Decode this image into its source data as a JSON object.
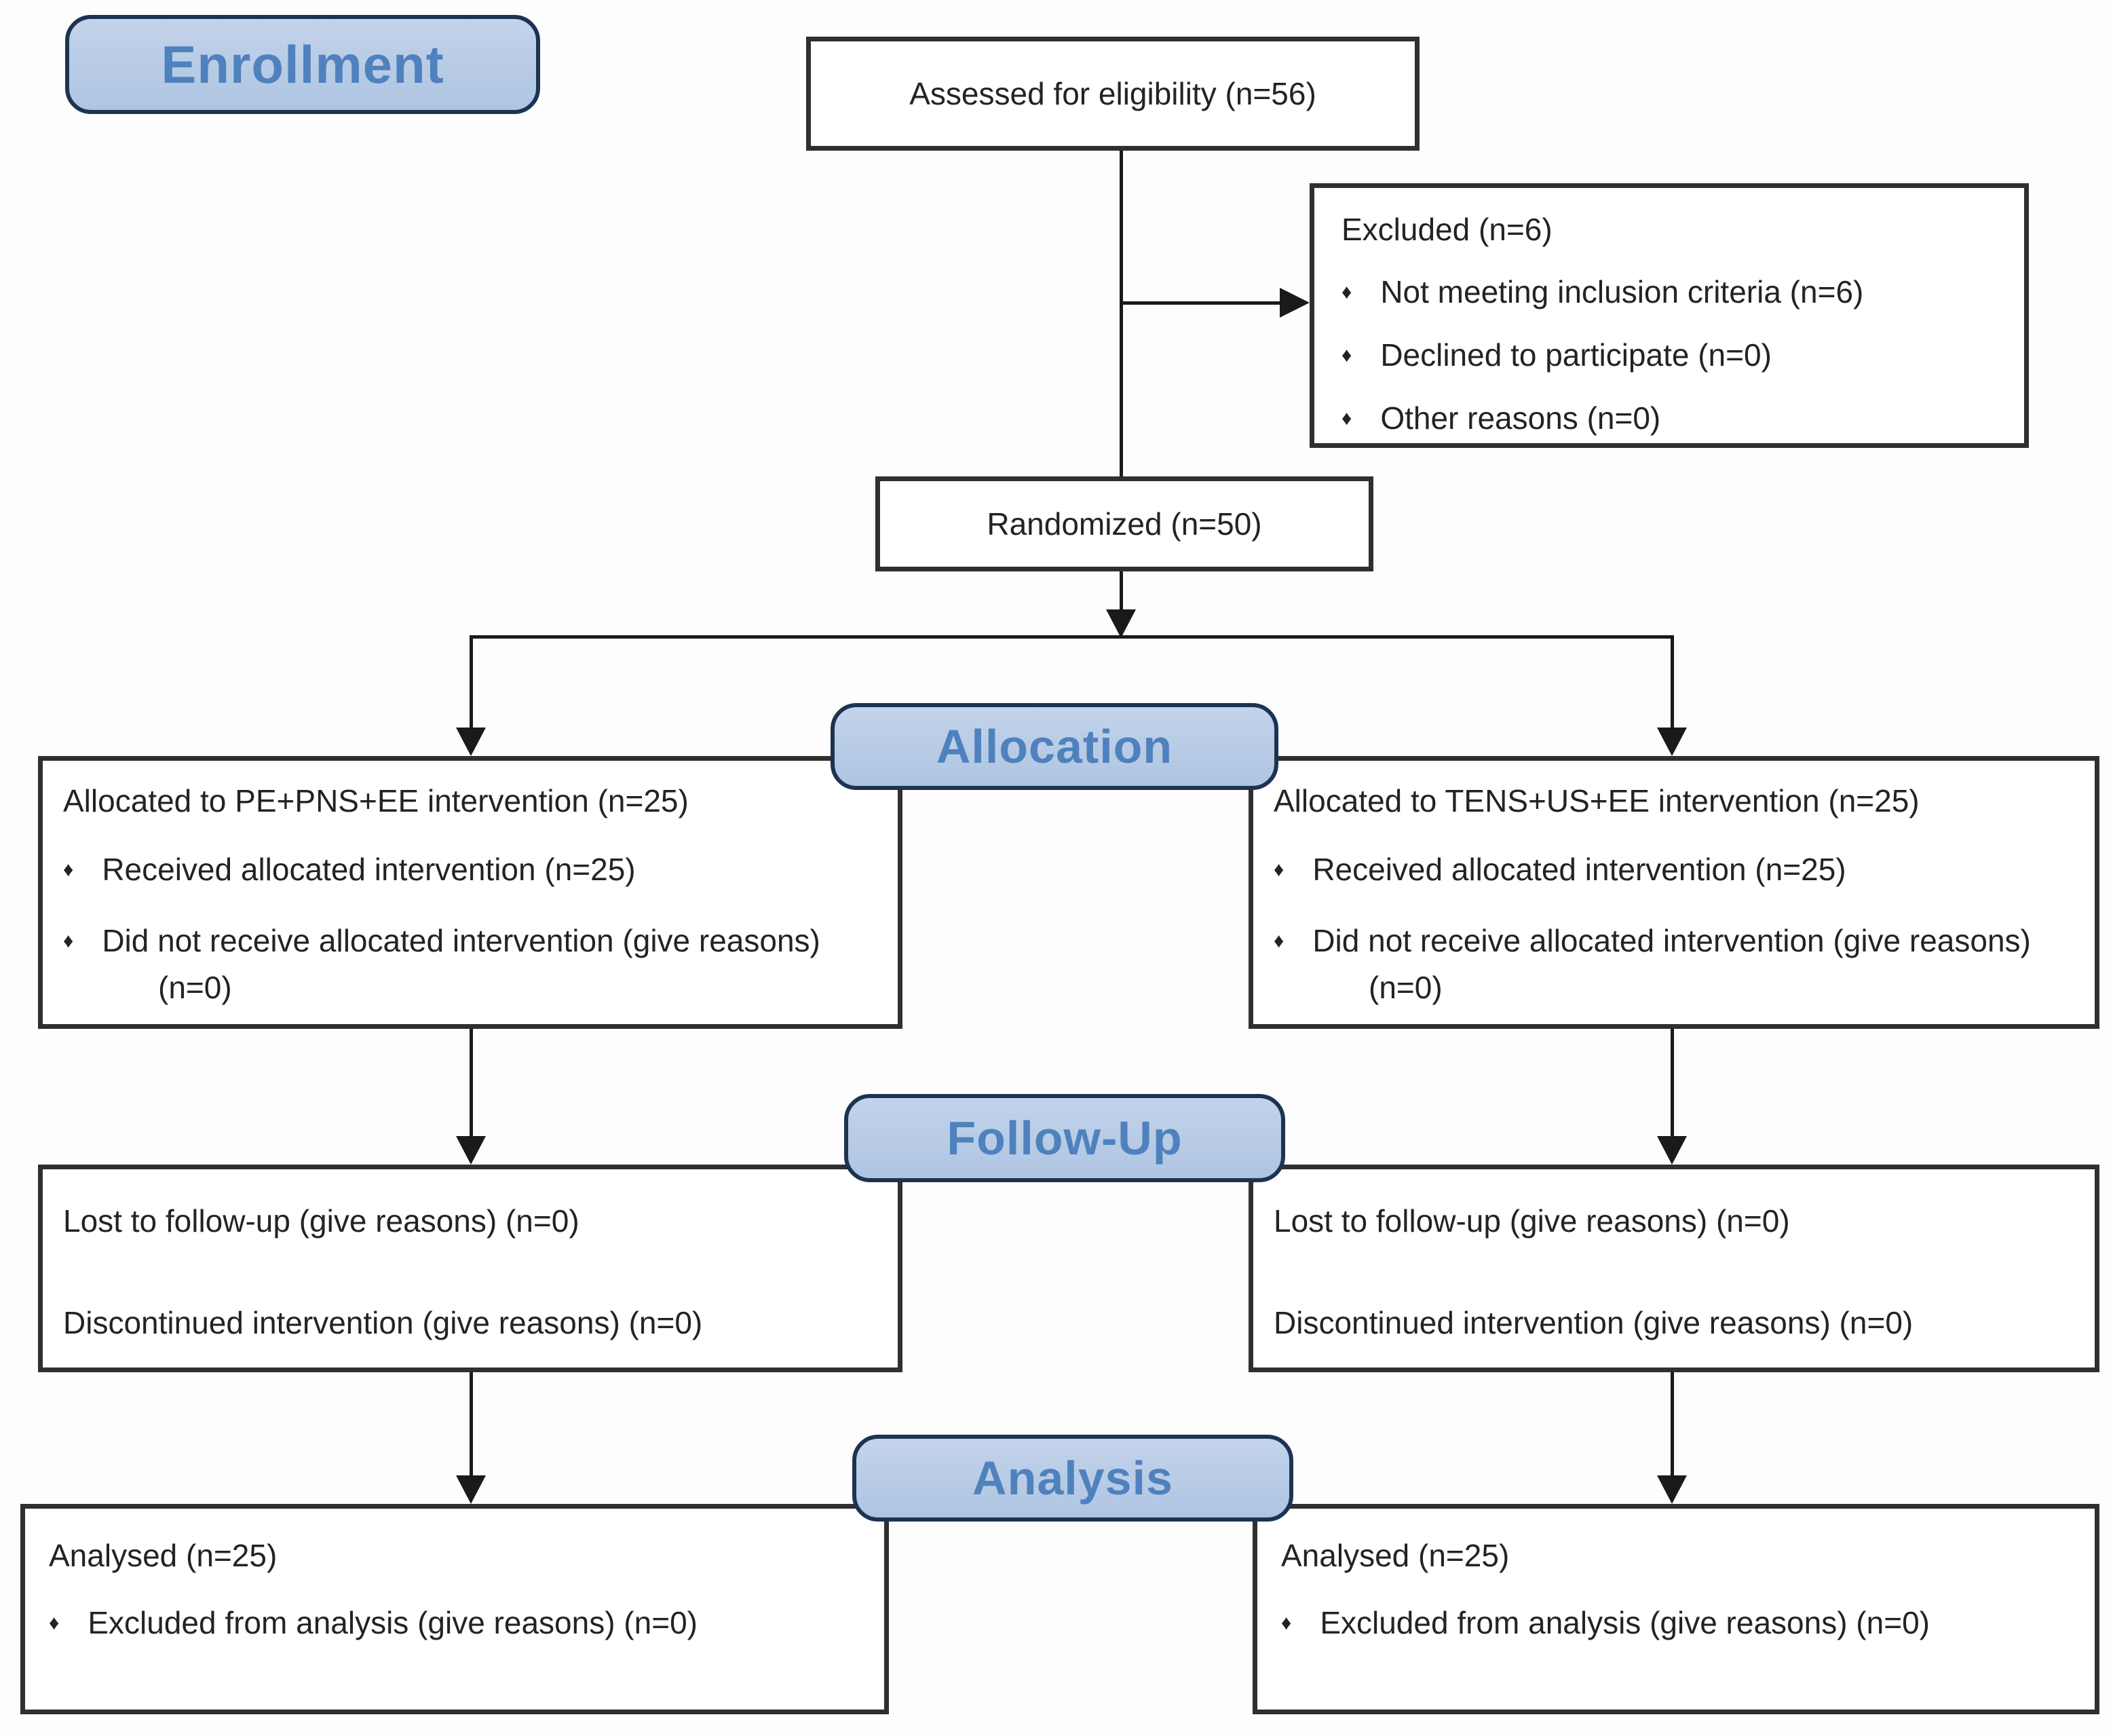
{
  "stages": {
    "enrollment": {
      "label": "Enrollment"
    },
    "allocation": {
      "label": "Allocation"
    },
    "follow_up": {
      "label": "Follow-Up"
    },
    "analysis": {
      "label": "Analysis"
    }
  },
  "bullet_glyph": "♦",
  "boxes": {
    "assessed": {
      "text": "Assessed for eligibility (n=56)"
    },
    "excluded": {
      "title": "Excluded (n=6)",
      "bullets": [
        "Not meeting inclusion criteria (n=6)",
        "Declined to participate (n=0)",
        "Other reasons (n=0)"
      ]
    },
    "randomized": {
      "text": "Randomized (n=50)"
    },
    "allocation_left": {
      "title": "Allocated to PE+PNS+EE intervention (n=25)",
      "bullets": [
        "Received allocated intervention (n=25)",
        "Did not receive allocated intervention (give reasons) (n=0)"
      ]
    },
    "allocation_right": {
      "title": "Allocated to TENS+US+EE intervention (n=25)",
      "bullets": [
        "Received allocated intervention (n=25)",
        "Did not receive allocated intervention (give reasons) (n=0)"
      ]
    },
    "follow_up_left": {
      "lines": [
        "Lost to follow-up (give reasons) (n=0)",
        "Discontinued intervention (give reasons) (n=0)"
      ]
    },
    "follow_up_right": {
      "lines": [
        "Lost to follow-up (give reasons) (n=0)",
        "Discontinued intervention (give reasons) (n=0)"
      ]
    },
    "analysis_left": {
      "title": "Analysed (n=25)",
      "bullets": [
        "Excluded from analysis (give reasons) (n=0)"
      ]
    },
    "analysis_right": {
      "title": "Analysed (n=25)",
      "bullets": [
        "Excluded from analysis (give reasons) (n=0)"
      ]
    }
  },
  "colors": {
    "stage_fill_top": "#c3d3ea",
    "stage_fill_bottom": "#aec5e2",
    "stage_border": "#1c3352",
    "stage_text": "#4f81bd",
    "box_border": "#2f2f2f",
    "box_text": "#232323",
    "connector": "#1a1a1a",
    "page_bg": "#fdfdfd"
  }
}
